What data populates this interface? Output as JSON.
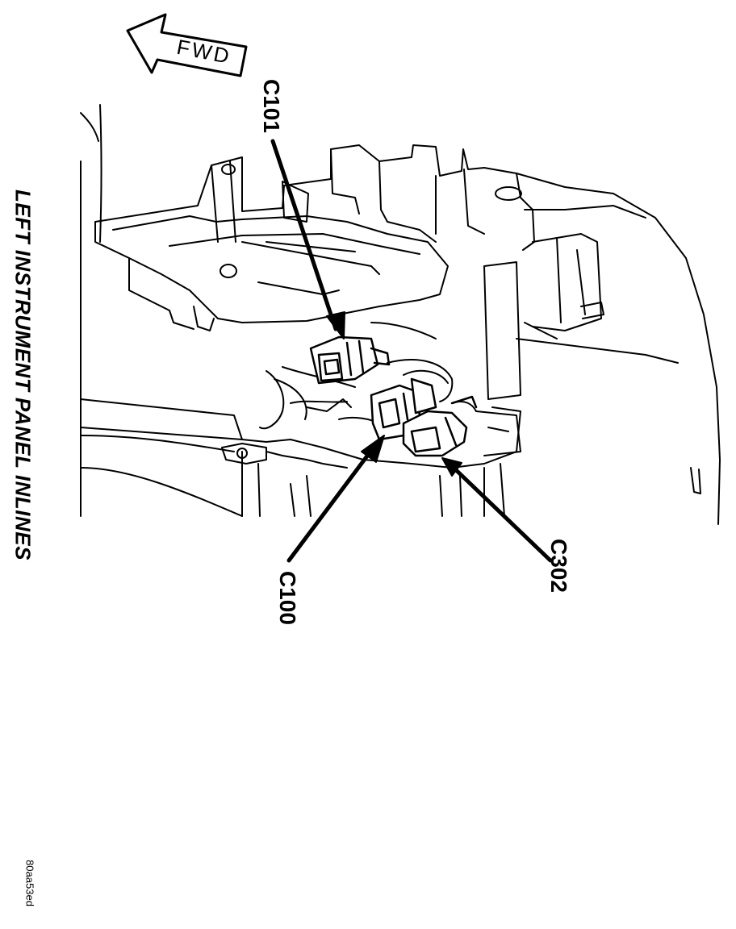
{
  "title": "LEFT INSTRUMENT PANEL INLINES",
  "direction_label": "FWD",
  "callouts": {
    "c101": "C101",
    "c100": "C100",
    "c302": "C302"
  },
  "figure_code": "80aa53ed"
}
